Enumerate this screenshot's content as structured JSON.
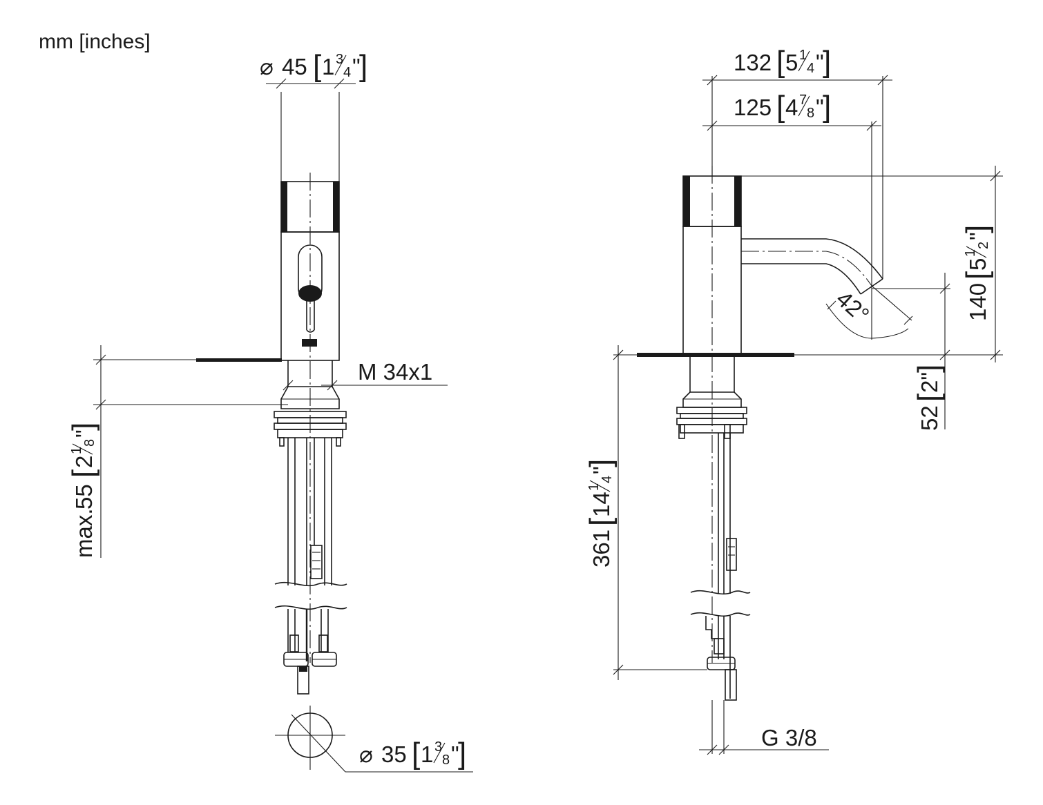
{
  "units_label": "mm [inches]",
  "front_view": {
    "top_diameter": {
      "symbol": "⌀",
      "mm": "45",
      "inch_whole": "1",
      "inch_num": "3",
      "inch_den": "4",
      "inch_mark": "\""
    },
    "thread": "M 34x1",
    "max_thickness": {
      "prefix": "max.",
      "mm": "55",
      "inch_whole": "2",
      "inch_num": "1",
      "inch_den": "8",
      "inch_mark": "\""
    },
    "hole_diameter": {
      "symbol": "⌀",
      "mm": "35",
      "inch_whole": "1",
      "inch_num": "3",
      "inch_den": "8",
      "inch_mark": "\""
    }
  },
  "side_view": {
    "reach_overall": {
      "mm": "132",
      "inch_whole": "5",
      "inch_num": "1",
      "inch_den": "4",
      "inch_mark": "\""
    },
    "reach_outlet": {
      "mm": "125",
      "inch_whole": "4",
      "inch_num": "7",
      "inch_den": "8",
      "inch_mark": "\""
    },
    "total_height": {
      "mm": "140",
      "inch_whole": "5",
      "inch_num": "1",
      "inch_den": "2",
      "inch_mark": "\""
    },
    "outlet_height": {
      "mm": "52",
      "inch_text": "2\""
    },
    "hose_length": {
      "mm": "361",
      "inch_whole": "14",
      "inch_num": "1",
      "inch_den": "4",
      "inch_mark": "\""
    },
    "spout_angle": "42°",
    "connection": "G 3/8"
  }
}
